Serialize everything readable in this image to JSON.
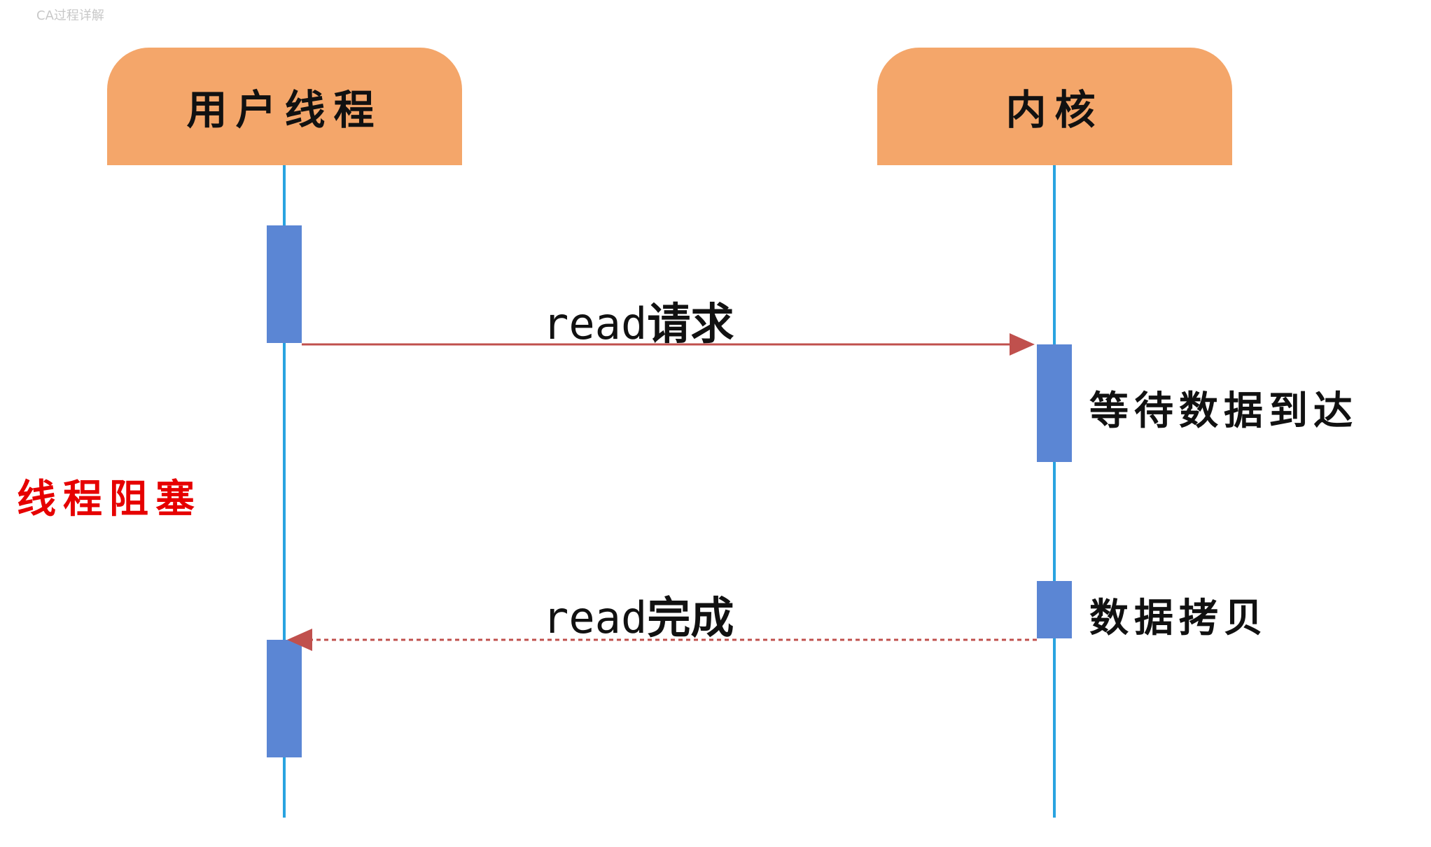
{
  "header_caption": "CA过程详解",
  "lifelines": [
    {
      "id": "user",
      "label": "用户线程"
    },
    {
      "id": "kernel",
      "label": "内核"
    }
  ],
  "messages": [
    {
      "id": "read-request",
      "prefix": "read",
      "suffix": "请求",
      "from": "user",
      "to": "kernel",
      "style": "solid"
    },
    {
      "id": "read-complete",
      "prefix": "read",
      "suffix": "完成",
      "from": "kernel",
      "to": "user",
      "style": "dashed"
    }
  ],
  "notes": {
    "wait_data": "等待数据到达",
    "copy_data": "数据拷贝",
    "blocked": "线程阻塞"
  },
  "colors": {
    "header_fill": "#f4a66a",
    "lifeline": "#29a3e0",
    "activation": "#5b86d4",
    "arrow": "#c0504d",
    "blocked_text": "#e60000"
  }
}
